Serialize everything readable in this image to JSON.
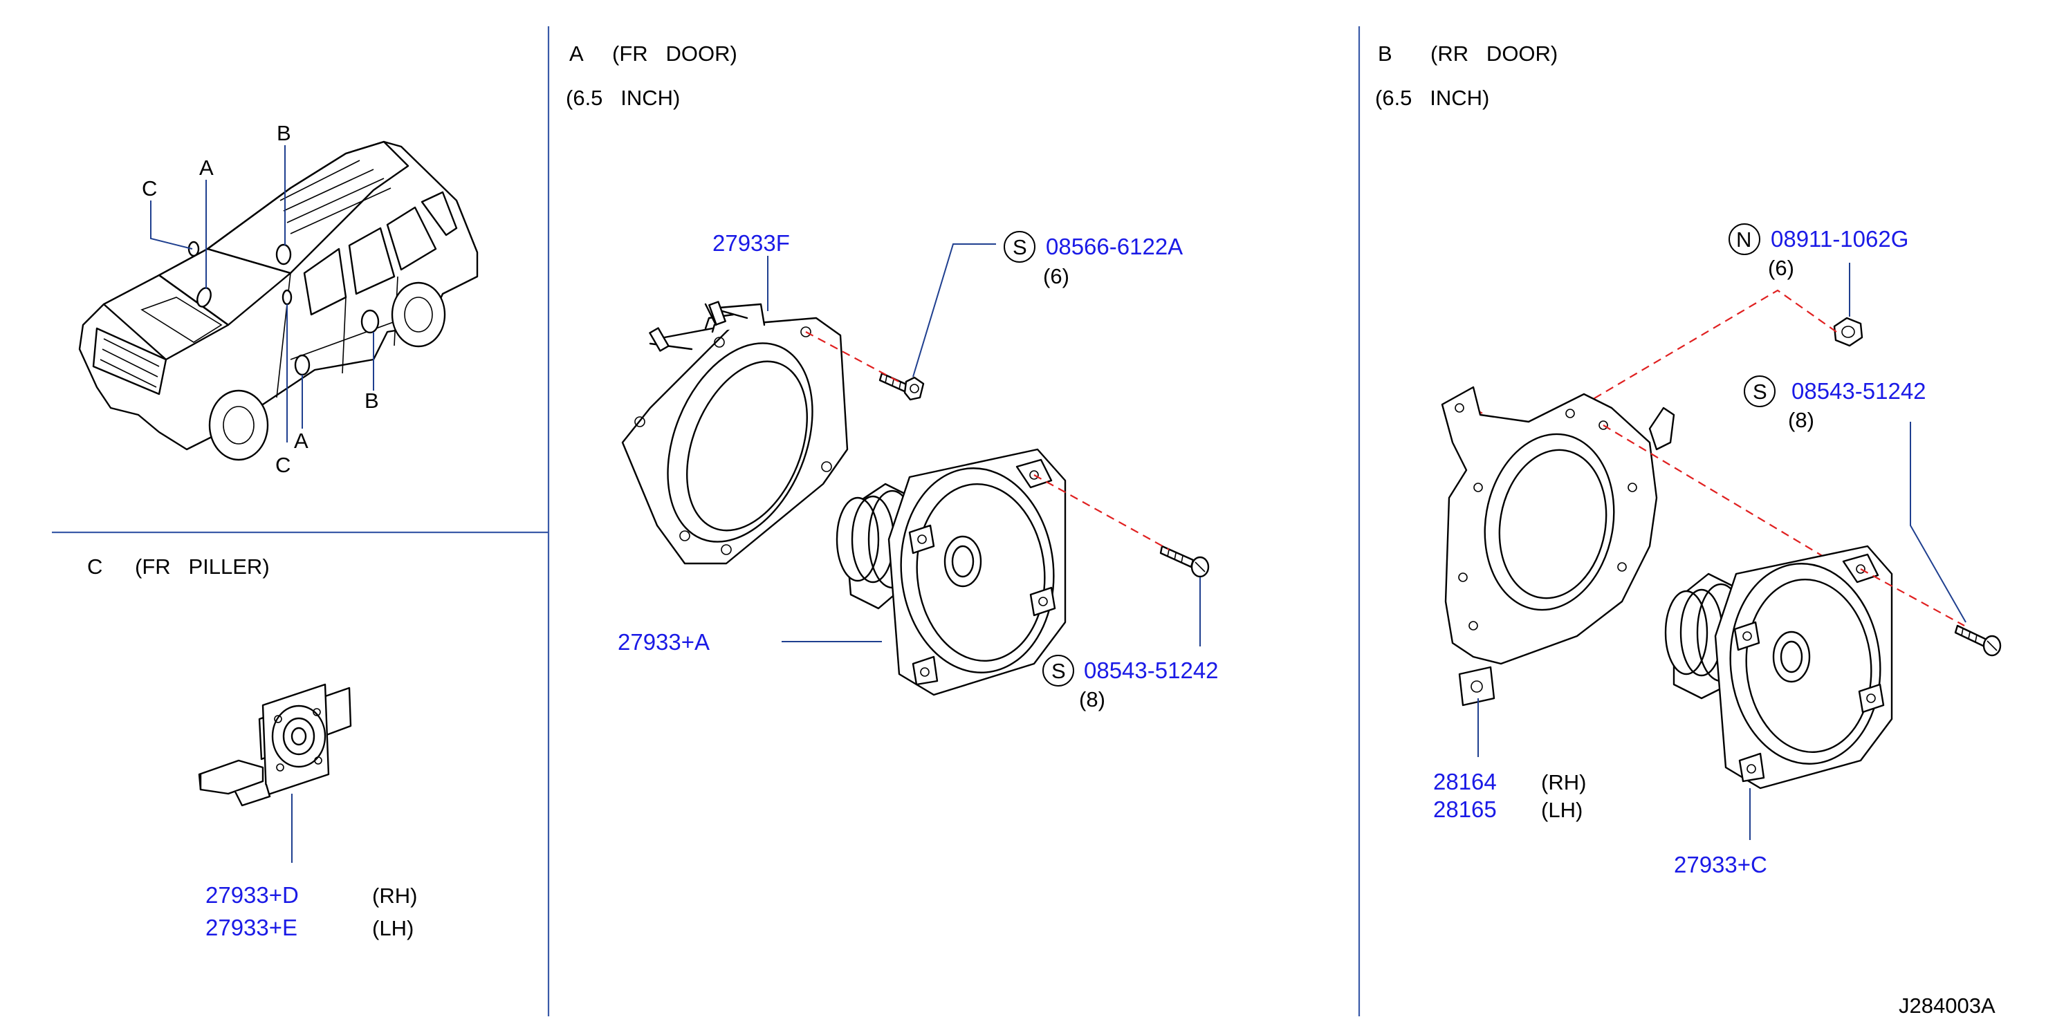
{
  "panels": {
    "a": {
      "letter": "A",
      "title": "(FR   DOOR)",
      "size": "(6.5   INCH)"
    },
    "b": {
      "letter": "B",
      "title": "(RR   DOOR)",
      "size": "(6.5   INCH)"
    },
    "c": {
      "letter": "C",
      "title": "(FR   PILLER)"
    }
  },
  "vehicle_callouts": [
    "C",
    "A",
    "B",
    "B",
    "A",
    "C"
  ],
  "parts": {
    "bracket_a": "27933F",
    "bolt_a": {
      "symbol": "S",
      "number": "08566-6122A",
      "qty": "(6)"
    },
    "screw_a": {
      "symbol": "S",
      "number": "08543-51242",
      "qty": "(8)"
    },
    "speaker_a": "27933+A",
    "nut_b": {
      "symbol": "N",
      "number": "08911-1062G",
      "qty": "(6)"
    },
    "screw_b": {
      "symbol": "S",
      "number": "08543-51242",
      "qty": "(8)"
    },
    "bracket_b": [
      {
        "number": "28164",
        "side": "(RH)"
      },
      {
        "number": "28165",
        "side": "(LH)"
      }
    ],
    "speaker_b": "27933+C",
    "tweeter_c": [
      {
        "number": "27933+D",
        "side": "(RH)"
      },
      {
        "number": "27933+E",
        "side": "(LH)"
      }
    ]
  },
  "diagram_id": "J284003A"
}
